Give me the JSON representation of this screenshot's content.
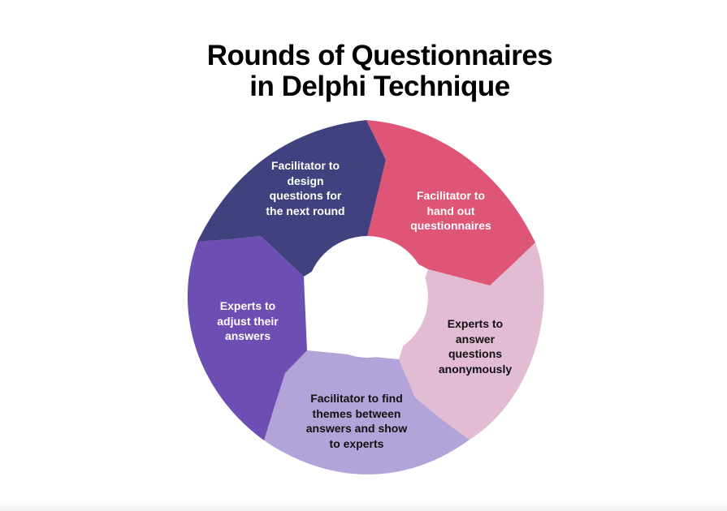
{
  "title": {
    "line1": "Rounds of Questionnaires",
    "line2": "in Delphi Technique"
  },
  "colors": {
    "background": "#ffffff",
    "center_hole": "#ffffff",
    "light_text": "#ffffff",
    "dark_text": "#111111"
  },
  "segments": [
    {
      "id": "hand-out",
      "color": "#de5575",
      "text_color": "#ffffff",
      "lines": [
        "Facilitator to",
        "hand out",
        "questionnaires"
      ]
    },
    {
      "id": "answer",
      "color": "#e2bcd3",
      "text_color": "#111111",
      "lines": [
        "Experts to",
        "answer",
        "questions",
        "anonymously"
      ]
    },
    {
      "id": "themes",
      "color": "#b2a3d8",
      "text_color": "#111111",
      "lines": [
        "Facilitator to find",
        "themes between",
        "answers and show",
        "to experts"
      ]
    },
    {
      "id": "adjust",
      "color": "#6d4fb3",
      "text_color": "#ffffff",
      "lines": [
        "Experts to",
        "adjust their",
        "answers"
      ]
    },
    {
      "id": "design",
      "color": "#40417e",
      "text_color": "#ffffff",
      "lines": [
        "Facilitator to",
        "design",
        "questions for",
        "the next round"
      ]
    }
  ]
}
